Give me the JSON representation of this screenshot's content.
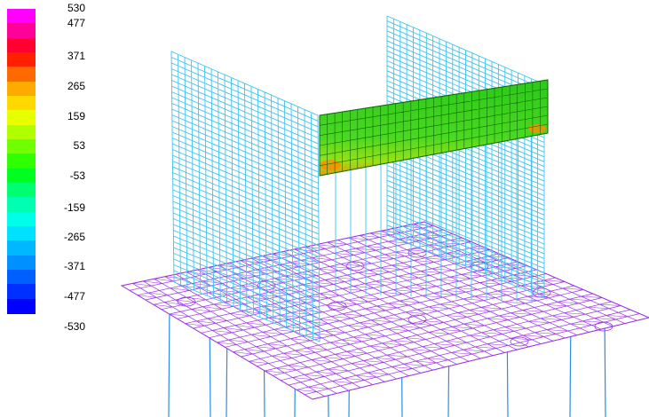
{
  "legend": {
    "labels": [
      "530",
      "477",
      "371",
      "265",
      "159",
      "53",
      "-53",
      "-159",
      "-265",
      "-371",
      "-477",
      "-530"
    ],
    "colors": [
      "#ff00ff",
      "#ff0098",
      "#ff0030",
      "#ff2000",
      "#ff6a00",
      "#ffaa00",
      "#ffd800",
      "#e8ff00",
      "#b0ff00",
      "#70ff00",
      "#30ff00",
      "#00ff20",
      "#00ff70",
      "#00ffb0",
      "#00ffe8",
      "#00e0ff",
      "#00b8ff",
      "#0090ff",
      "#0060ff",
      "#0030ff",
      "#0000ff"
    ]
  },
  "colors": {
    "wall_mesh": "#3fc2ee",
    "slab_mesh": "#9a32e6",
    "piles": "#2e8ce6",
    "beam_green": "#38d21a",
    "beam_edge": "#0c6a00",
    "beam_hot": "#ff8c00"
  }
}
